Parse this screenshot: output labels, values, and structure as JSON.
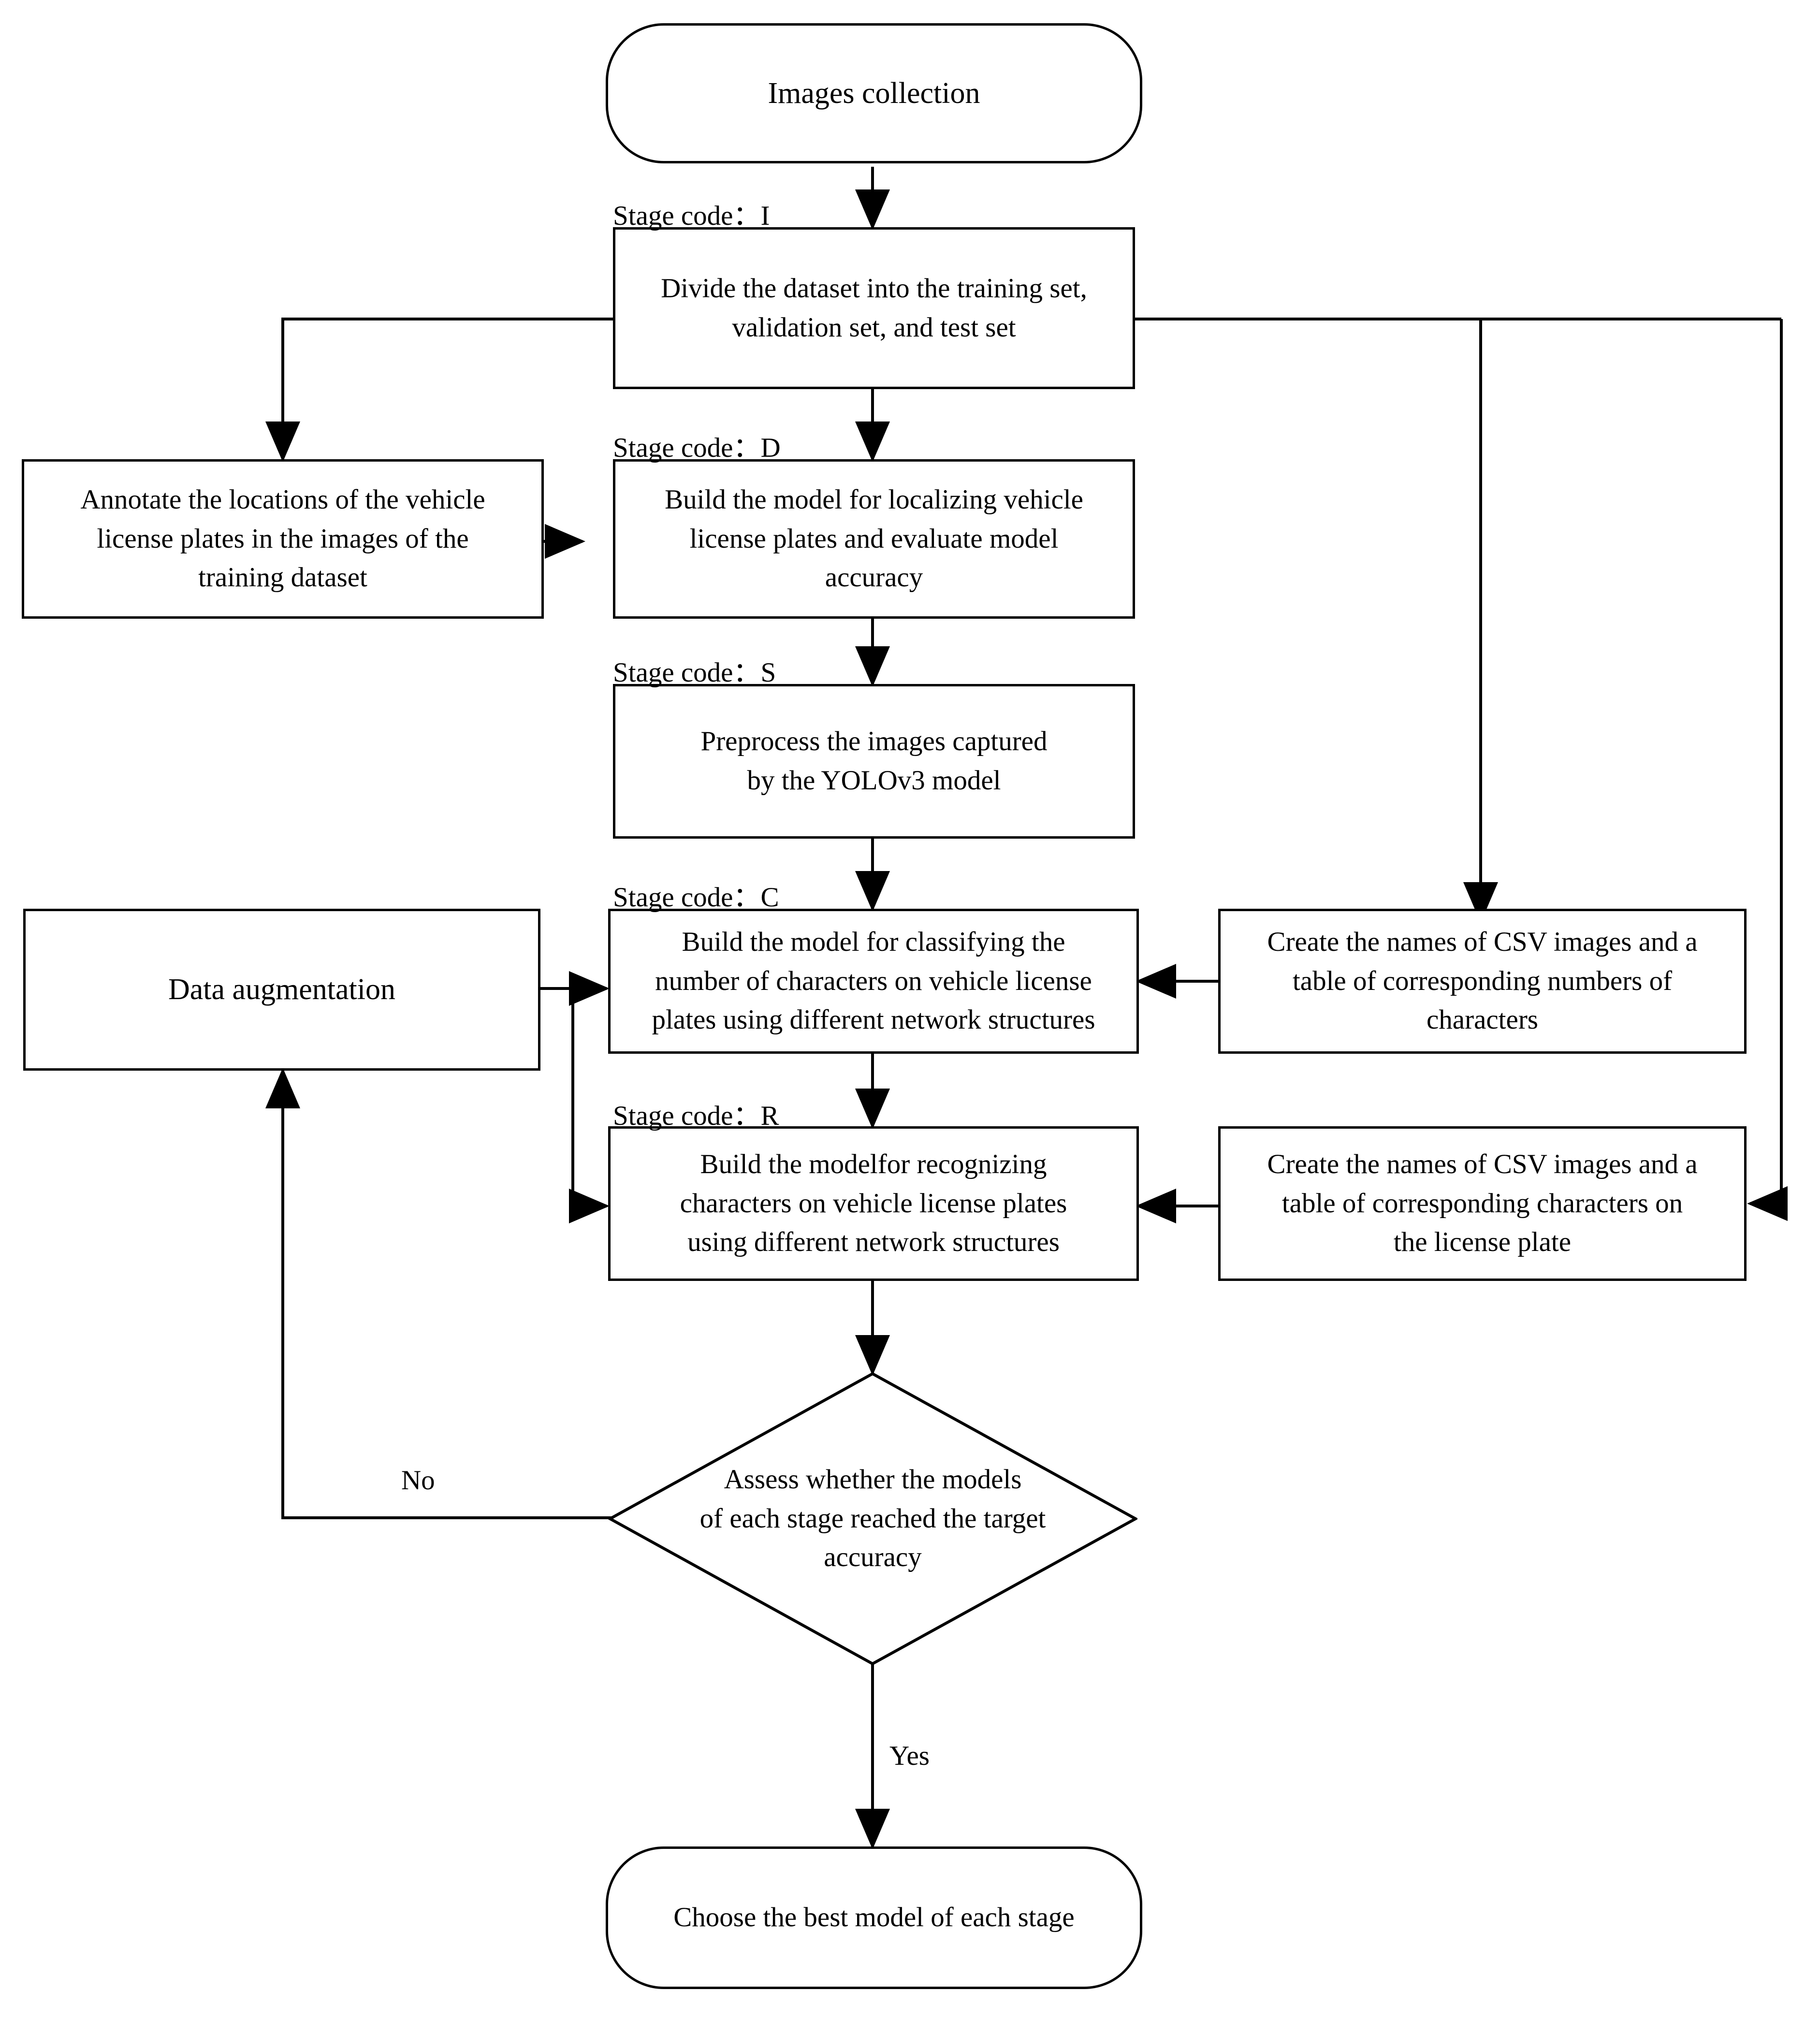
{
  "diagram": {
    "type": "flowchart",
    "title": "Vehicle license plate recognition pipeline",
    "line_color": "#000000",
    "background": "#ffffff",
    "text_color": "#000000"
  },
  "nodes": {
    "images_collection": {
      "label": "Images collection",
      "shape": "rounded-terminator"
    },
    "divide_dataset": {
      "label": "Divide the dataset into the training set,\nvalidation set, and test set",
      "shape": "rectangle"
    },
    "annotate": {
      "label": "Annotate the locations of the vehicle\nlicense plates in the images of the\ntraining dataset",
      "shape": "rectangle"
    },
    "build_localize": {
      "label": "Build the model for localizing vehicle\nlicense plates and evaluate model\naccuracy",
      "shape": "rectangle"
    },
    "preprocess": {
      "label": "Preprocess the images captured\nby the YOLOv3 model",
      "shape": "rectangle"
    },
    "data_augmentation": {
      "label": "Data augmentation",
      "shape": "rectangle"
    },
    "build_classify": {
      "label": "Build the model for classifying the\nnumber of characters on vehicle license\nplates using different network structures",
      "shape": "rectangle"
    },
    "csv_numbers": {
      "label": "Create the names of CSV images and a\ntable of corresponding numbers of\ncharacters",
      "shape": "rectangle"
    },
    "build_recognize": {
      "label": "Build the modelfor recognizing\ncharacters on vehicle license plates\nusing different network structures",
      "shape": "rectangle"
    },
    "csv_characters": {
      "label": "Create the names of CSV images and a\ntable of corresponding  characters on\nthe license plate",
      "shape": "rectangle"
    },
    "assess": {
      "label": "Assess whether the models\nof each stage reached the target\naccuracy",
      "shape": "diamond"
    },
    "choose_best": {
      "label": "Choose the best model of each stage",
      "shape": "rounded-terminator"
    }
  },
  "stage_labels": {
    "stage_i": "Stage code：I",
    "stage_d": "Stage code：D",
    "stage_s": "Stage code：S",
    "stage_c": "Stage code：C",
    "stage_r": "Stage code：R"
  },
  "edge_labels": {
    "no": "No",
    "yes": "Yes"
  },
  "edges": [
    {
      "from": "images_collection",
      "to": "divide_dataset",
      "label": ""
    },
    {
      "from": "divide_dataset",
      "to": "annotate",
      "label": ""
    },
    {
      "from": "divide_dataset",
      "to": "build_localize",
      "label": ""
    },
    {
      "from": "divide_dataset",
      "to": "csv_numbers",
      "label": ""
    },
    {
      "from": "divide_dataset",
      "to": "csv_characters",
      "label": ""
    },
    {
      "from": "annotate",
      "to": "build_localize",
      "label": ""
    },
    {
      "from": "build_localize",
      "to": "preprocess",
      "label": ""
    },
    {
      "from": "preprocess",
      "to": "build_classify",
      "label": ""
    },
    {
      "from": "data_augmentation",
      "to": "build_classify",
      "label": ""
    },
    {
      "from": "data_augmentation",
      "to": "build_recognize",
      "label": ""
    },
    {
      "from": "csv_numbers",
      "to": "build_classify",
      "label": ""
    },
    {
      "from": "csv_characters",
      "to": "build_recognize",
      "label": ""
    },
    {
      "from": "build_classify",
      "to": "build_recognize",
      "label": ""
    },
    {
      "from": "build_recognize",
      "to": "assess",
      "label": ""
    },
    {
      "from": "assess",
      "to": "data_augmentation",
      "label": "No"
    },
    {
      "from": "assess",
      "to": "choose_best",
      "label": "Yes"
    }
  ]
}
